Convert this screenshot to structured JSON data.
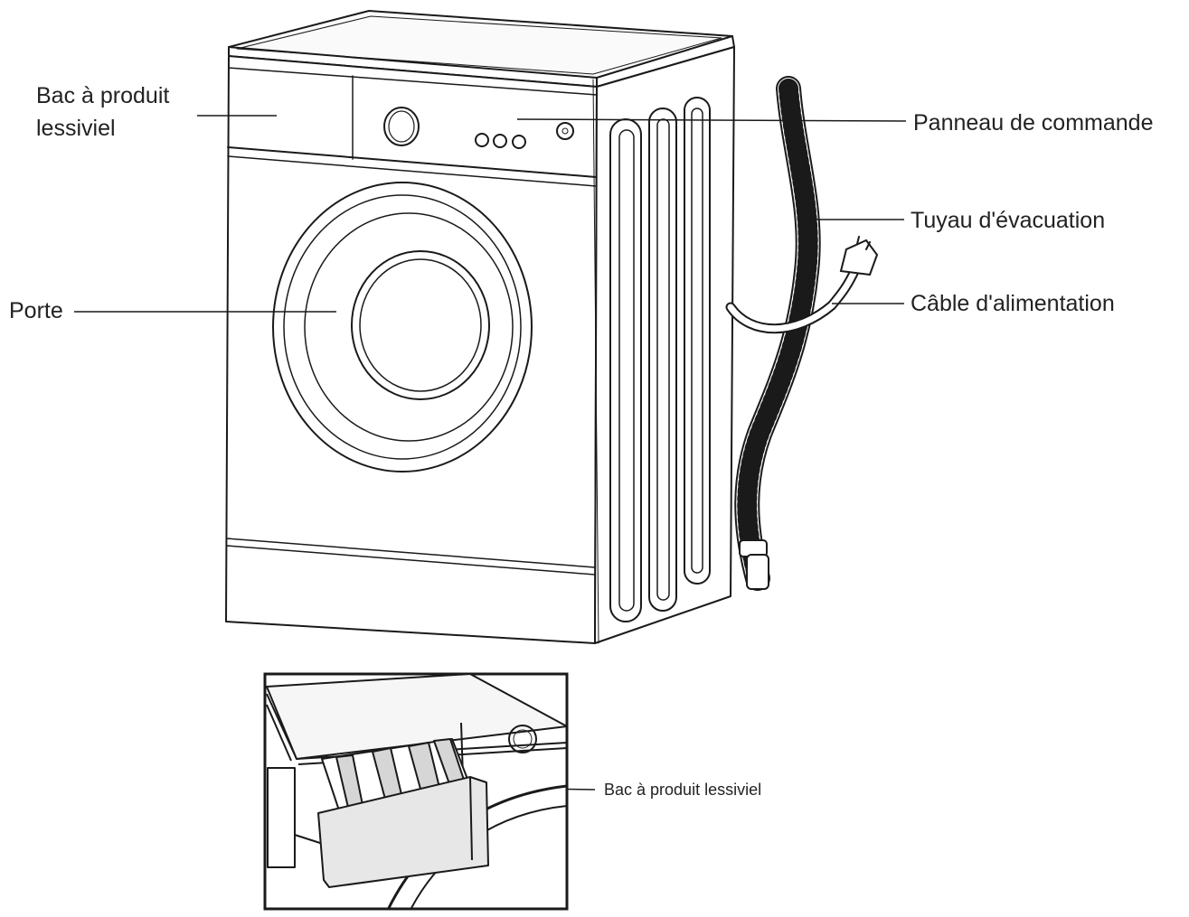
{
  "labels": {
    "detergent_drawer": "Bac à produit lessiviel",
    "control_panel": "Panneau de commande",
    "drain_hose": "Tuyau d'évacuation",
    "door": "Porte",
    "power_cable": "Câble d'alimentation",
    "inset_detergent_drawer": "Bac à produit lessiviel"
  },
  "colors": {
    "line": "#1a1a1a",
    "text": "#222222",
    "panel_fill": "#f6f6f6",
    "drawer_front": "#e7e7e7"
  }
}
